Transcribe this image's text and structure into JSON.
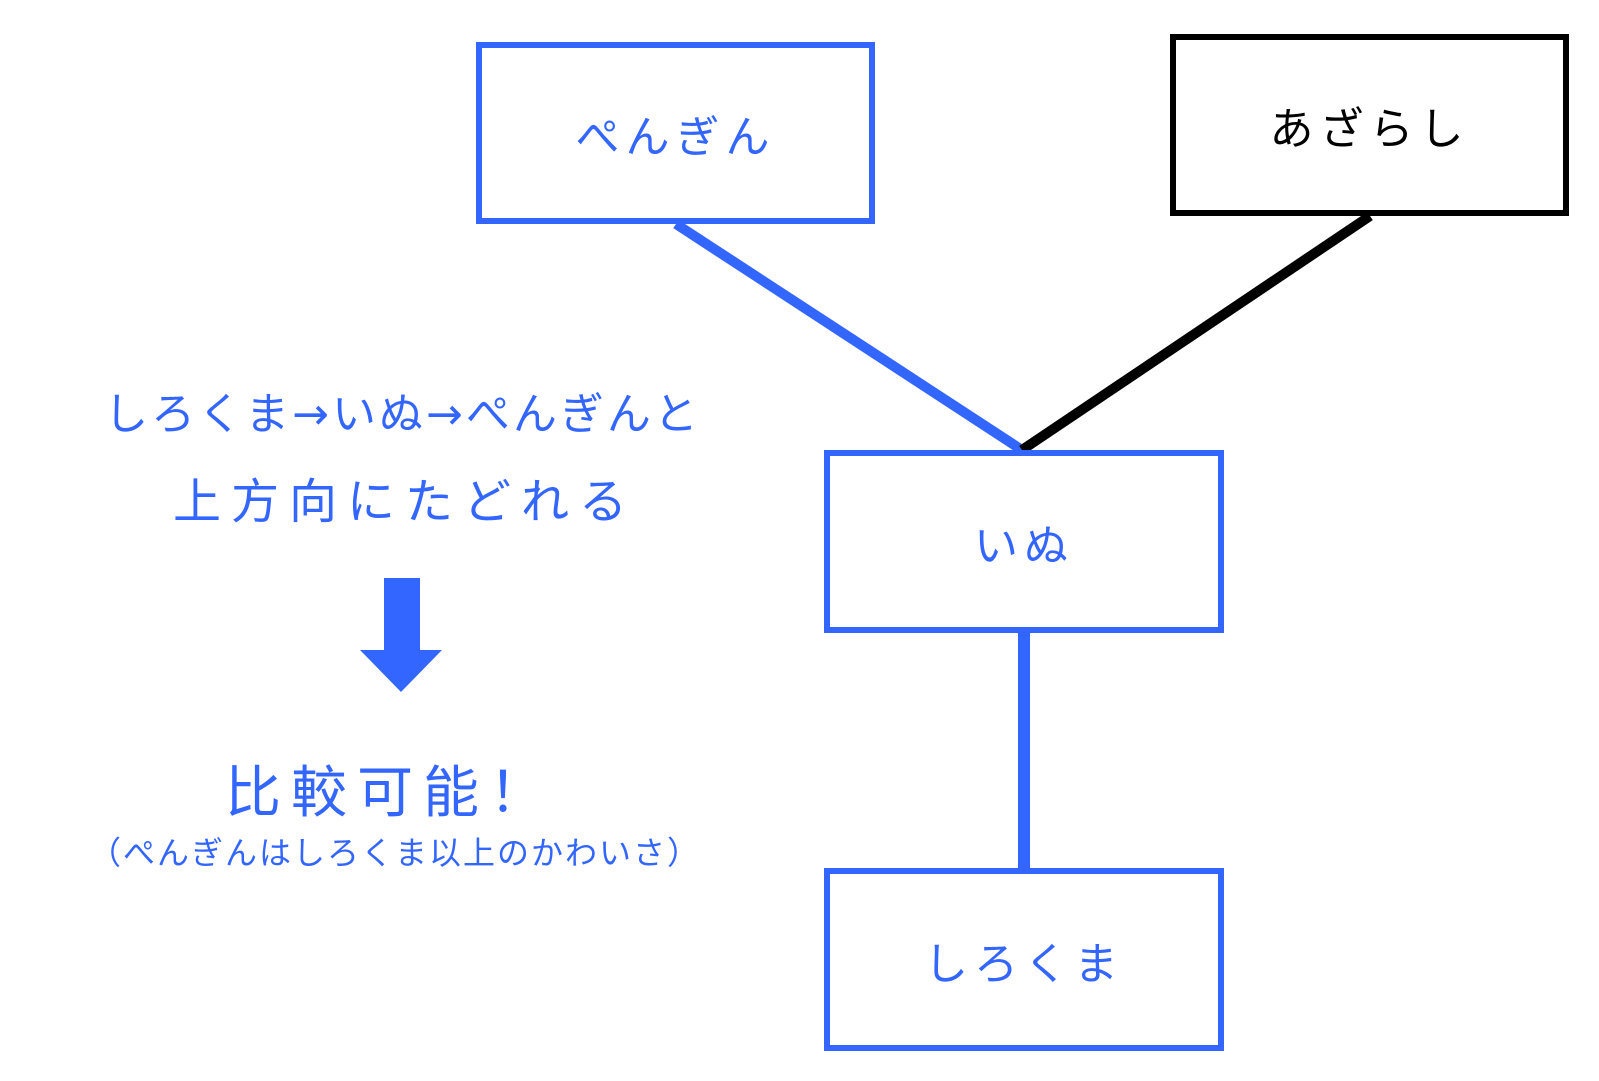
{
  "nodes": {
    "penguin": "ぺんぎん",
    "azarashi": "あざらし",
    "inu": "いぬ",
    "shirokuma": "しろくま"
  },
  "annotation": {
    "line1": "しろくま→いぬ→ぺんぎんと",
    "line2": "上方向にたどれる",
    "conclusion": "比較可能！",
    "note": "（ぺんぎんはしろくま以上のかわいさ）"
  },
  "colors": {
    "highlight": "#3366ff",
    "default": "#000000"
  }
}
